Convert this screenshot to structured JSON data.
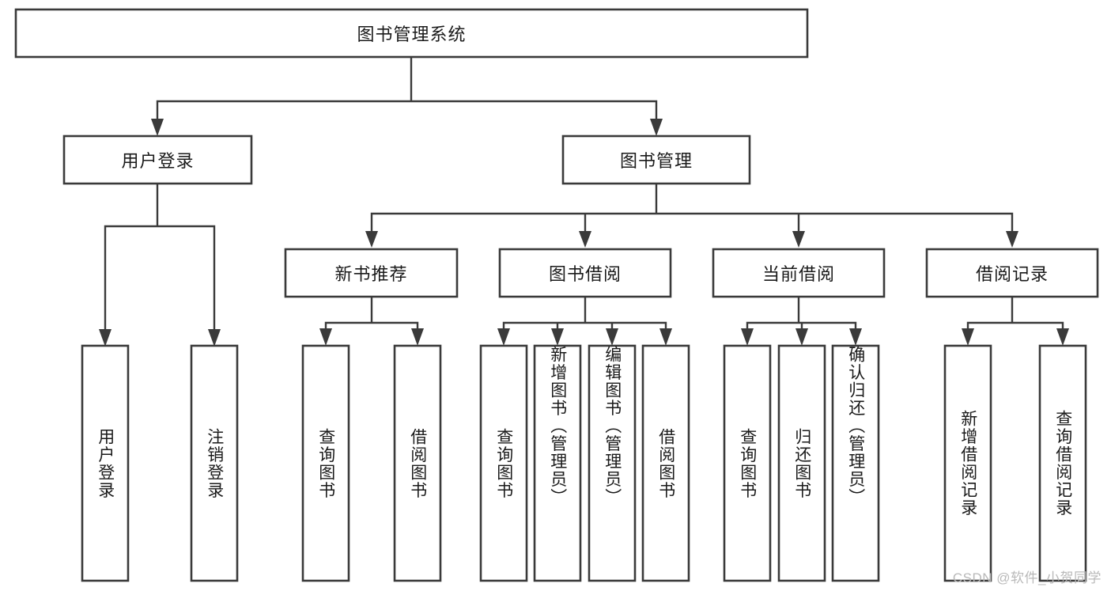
{
  "diagram": {
    "type": "tree-hierarchy",
    "title": "图书管理系统",
    "watermark": "CSDN @软件_小贺同学",
    "colors": {
      "background": "#ffffff",
      "box_fill": "#ffffff",
      "box_stroke": "#3a3a3a",
      "connector": "#3a3a3a",
      "text": "#1a1a1a",
      "watermark": "#b9b9b9"
    },
    "levels": {
      "root": {
        "label": "图书管理系统"
      },
      "level2": [
        {
          "label": "用户登录"
        },
        {
          "label": "图书管理"
        }
      ],
      "level3": [
        {
          "label": "新书推荐"
        },
        {
          "label": "图书借阅"
        },
        {
          "label": "当前借阅"
        },
        {
          "label": "借阅记录"
        }
      ],
      "leaves": {
        "user_login": [
          {
            "label": "用户登录"
          },
          {
            "label": "注销登录"
          }
        ],
        "new_book_recommend": [
          {
            "label": "查询图书"
          },
          {
            "label": "借阅图书"
          }
        ],
        "book_borrow": [
          {
            "label": "查询图书"
          },
          {
            "label": "新增图书（管理员）"
          },
          {
            "label": "编辑图书（管理员）"
          },
          {
            "label": "借阅图书"
          }
        ],
        "current_borrow": [
          {
            "label": "查询图书"
          },
          {
            "label": "归还图书"
          },
          {
            "label": "确认归还（管理员）"
          }
        ],
        "borrow_records": [
          {
            "label": "新增借阅记录"
          },
          {
            "label": "查询借阅记录"
          }
        ]
      }
    }
  }
}
